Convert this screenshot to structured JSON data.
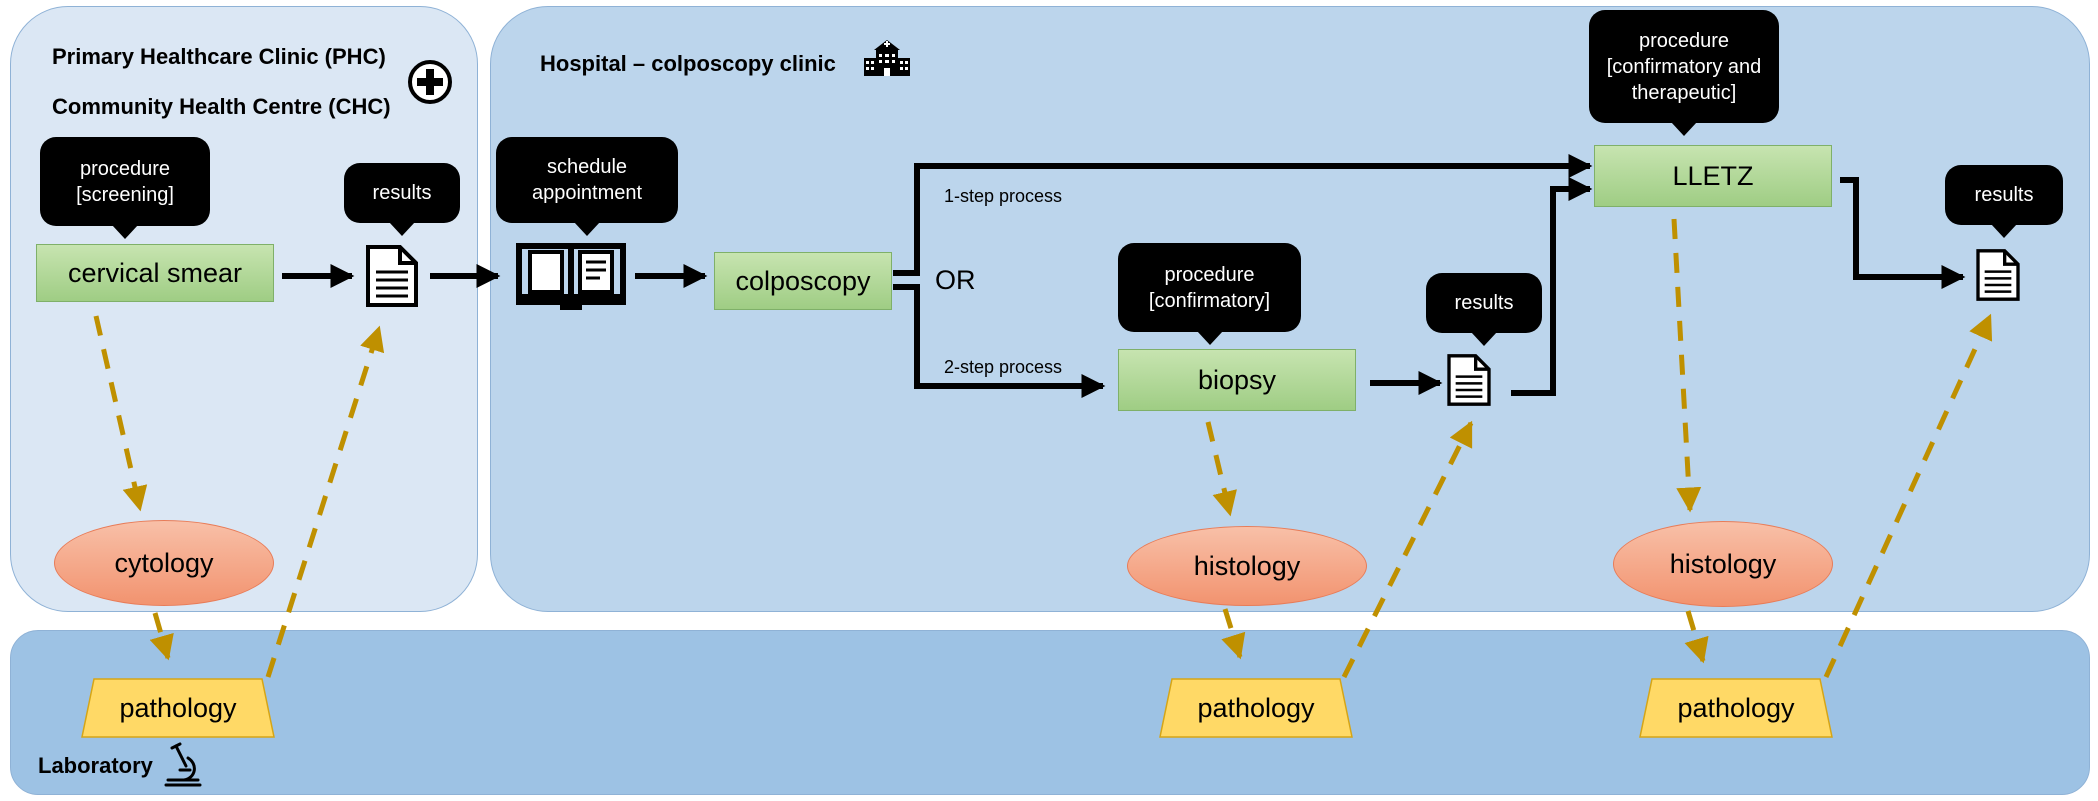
{
  "regions": {
    "phc_line1": "Primary Healthcare Clinic (PHC)",
    "phc_line2": "Community Health Centre (CHC)",
    "hospital": "Hospital – colposcopy clinic",
    "laboratory": "Laboratory"
  },
  "callouts": {
    "screening": "procedure\n[screening]",
    "results_1": "results",
    "schedule": "schedule\nappointment",
    "confirmatory": "procedure\n[confirmatory]",
    "results_2": "results",
    "therapeutic": "procedure\n[confirmatory and\ntherapeutic]",
    "results_3": "results"
  },
  "steps": {
    "cervical_smear": "cervical smear",
    "colposcopy": "colposcopy",
    "biopsy": "biopsy",
    "lletz": "LLETZ"
  },
  "lab_tests": {
    "cytology": "cytology",
    "histology_1": "histology",
    "histology_2": "histology"
  },
  "pathology": {
    "p1": "pathology",
    "p2": "pathology",
    "p3": "pathology"
  },
  "paths": {
    "one_step": "1-step process",
    "or": "OR",
    "two_step": "2-step process"
  },
  "icons": [
    "first-aid-cross-icon",
    "hospital-building-icon",
    "document-icon",
    "appointment-book-icon",
    "microscope-icon"
  ],
  "colors": {
    "phc_bg": "#dbe7f4",
    "hospital_bg": "#bcd5ec",
    "lab_bg": "#9dc2e4",
    "procedure_green": "#a9d18e",
    "lab_ellipse": "#f4a582",
    "pathology_yellow": "#ffd966",
    "dashed_arrow": "#bf9000"
  }
}
